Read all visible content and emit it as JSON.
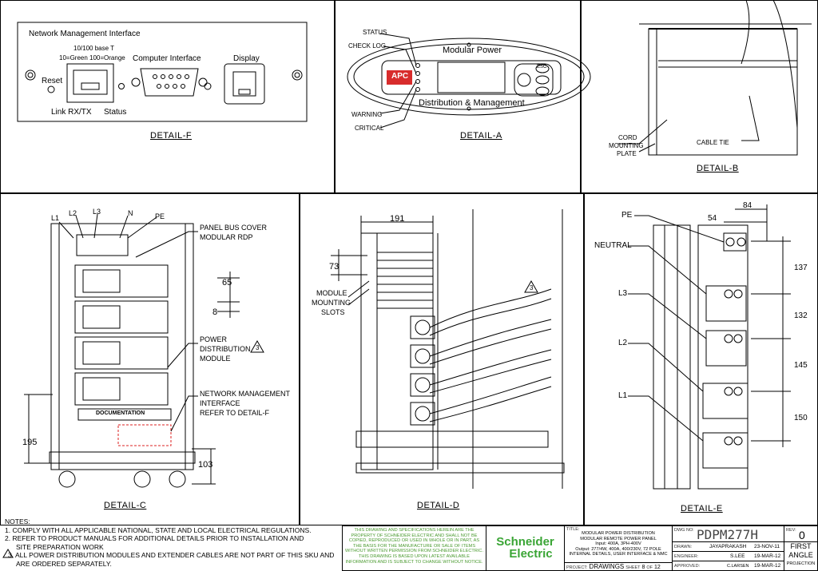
{
  "detail_f": {
    "title": "DETAIL-F",
    "nmi": "Network Management Interface",
    "base": "10/100 base T",
    "colors": "10=Green 100=Orange",
    "computer": "Computer Interface",
    "display": "Display",
    "reset": "Reset",
    "link": "Link RX/TX",
    "status": "Status"
  },
  "detail_a": {
    "title": "DETAIL-A",
    "status": "STATUS",
    "check_log": "CHECK LOG",
    "warning": "WARNING",
    "critical": "CRITICAL",
    "top_text": "Modular Power",
    "bottom_text": "Distribution & Management",
    "brand": "APC",
    "esc": "ESC"
  },
  "detail_b": {
    "title": "DETAIL-B",
    "cord_line1": "CORD",
    "cord_line2": "MOUNTING",
    "cord_line3": "PLATE",
    "cable_tie": "CABLE TIE"
  },
  "detail_c": {
    "title": "DETAIL-C",
    "l1": "L1",
    "l2": "L2",
    "l3": "L3",
    "n": "N",
    "pe": "PE",
    "panel_line1": "PANEL BUS COVER",
    "panel_line2": "MODULAR RDP",
    "dim65": "65",
    "dim8": "8",
    "pdm_line1": "POWER",
    "pdm_line2": "DISTRIBUTION",
    "pdm_line3": "MODULE",
    "note_ref": "3",
    "nmi_line1": "NETWORK MANAGEMENT",
    "nmi_line2": "INTERFACE",
    "nmi_line3": "REFER TO DETAIL-F",
    "documentation": "DOCUMENTATION",
    "dim195": "195",
    "dim103": "103"
  },
  "detail_d": {
    "title": "DETAIL-D",
    "dim191": "191",
    "dim73": "73",
    "slots_line1": "MODULE",
    "slots_line2": "MOUNTING",
    "slots_line3": "SLOTS",
    "note_ref": "3"
  },
  "detail_e": {
    "title": "DETAIL-E",
    "pe": "PE",
    "neutral": "NEUTRAL",
    "l3": "L3",
    "l2": "L2",
    "l1": "L1",
    "dim84": "84",
    "dim54": "54",
    "dim137": "137",
    "dim132": "132",
    "dim145": "145",
    "dim150": "150"
  },
  "notes": {
    "heading": "NOTES:",
    "n1": "1. COMPLY WITH ALL APPLICABLE NATIONAL, STATE AND LOCAL ELECTRICAL REGULATIONS.",
    "n2a": "2. REFER TO PRODUCT MANUALS FOR ADDITIONAL DETAILS PRIOR TO INSTALLATION AND",
    "n2b": "SITE PREPARATION WORK",
    "n3a": "3. ALL POWER DISTRIBUTION MODULES AND EXTENDER CABLES ARE NOT PART OF THIS SKU AND",
    "n3b": "ARE ORDERED SEPARATELY."
  },
  "title_block": {
    "legal": "THIS DRAWING AND SPECIFICATIONS HEREIN ARE THE PROPERTY OF SCHNEIDER ELECTRIC AND SHALL NOT BE COPIED, REPRODUCED OR USED IN WHOLE OR IN PART, AS THE BASIS FOR THE MANUFACTURE OR SALE OF ITEMS WITHOUT WRITTEN PERMISSION FROM SCHNEIDER ELECTRIC. THIS DRAWING IS BASED UPON LATEST AVAILABLE INFORMATION AND IS SUBJECT TO CHANGE WITHOUT NOTICE.",
    "logo1": "Schneider",
    "logo2": "Electric",
    "title_label": "TITLE:",
    "t1": "MODULAR POWER DISTRIBUTION",
    "t2": "MODULAR REMOTE POWER PANEL",
    "t3": "Input: 400A, 3PH-400V",
    "t4": "Output: 277/4W, 400A, 400/230V, 72 POLE",
    "t5": "INTERNAL DETAILS, USER INTERFACE & NMC",
    "project_label": "PROJECT:",
    "project": "DRAWINGS",
    "sheet_label": "SHEET",
    "sheet": "8",
    "of_label": "OF",
    "of": "12",
    "dwg_label": "DWG NO:",
    "dwg": "PDPM277H",
    "rev_label": "REV:",
    "rev": "0",
    "drawn_label": "DRAWN:",
    "drawn": "JAYAPRAKASH",
    "drawn_date": "23-NOV-11",
    "eng_label": "ENGINEER:",
    "eng": "S.LEE",
    "eng_date": "19-MAR-12",
    "appr_label": "APPROVED:",
    "appr": "C.LARSEN",
    "appr_date": "19-MAR-12",
    "angle1": "FIRST",
    "angle2": "ANGLE",
    "angle3": "PROJECTION"
  }
}
